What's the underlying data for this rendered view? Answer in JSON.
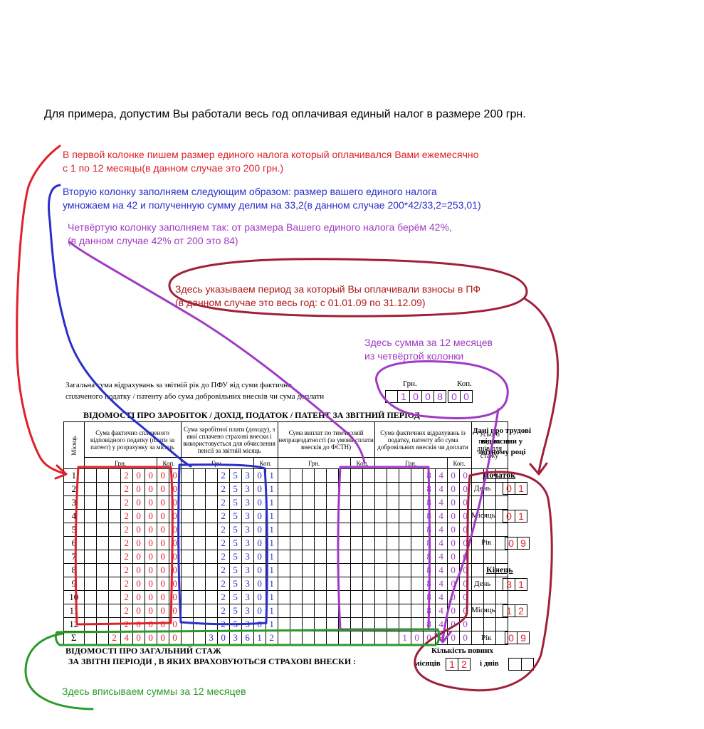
{
  "notes": {
    "intro": "Для примера, допустим Вы работали весь год оплачивая единый налог в размере 200 грн.",
    "col1_line1": "В первой колонке пишем размер единого налога который оплачивался Вами ежемесячно",
    "col1_line2": "с 1 по 12 месяцы(в данном случае это 200 грн.)",
    "col2_line1": "Вторую колонку заполняем следующим образом: размер вашего единого налога",
    "col2_line2": "умножаем на 42 и полученную сумму делим на 33,2(в данном случае 200*42/33,2=253,01)",
    "col4_line1": "Четвёртую колонку заполняем так: от размера Вашего единого налога берём 42%,",
    "col4_line2": "(в данном случае 42% от 200 это 84)",
    "period_line1": "Здесь указываем период за который Вы оплачивали взносы в ПФ",
    "period_line2": "(в данном случае это весь год:  с 01.01.09 по 31.12.09)",
    "sum12_line1": "Здесь сумма за 12 месяцев",
    "sum12_line2": "из четвёртой колонки",
    "bottom": "Здесь вписываем суммы за 12 месяцев"
  },
  "form": {
    "total_line1": "Загальна сума  відрахувань за звітній рік до ПФУ від суми фактично",
    "total_line2": "сплаченого податку / патенту або сума добровільних внесків чи сума доплати",
    "grn": "Грн.",
    "kop": "Коп.",
    "total_grn_digits": [
      "",
      "1",
      "0",
      "0",
      "8"
    ],
    "total_kop_digits": [
      "0",
      "0"
    ],
    "section_title": "ВІДОМОСТІ ПРО ЗАРОБІТОК / ДОХІД, ПОДАТОК / ПАТЕНТ ЗА ЗВІТНИЙ ПЕРІОД",
    "col_month": "Місяць",
    "col1_header": "Сума фактично сплаченого відповідного податку (плати за патент) у розрахунку за місяць",
    "col2_header": "Сума заробітної плати (доходу), з якої сплачено страхові внески і використовується для обчислення пенсії за звітній місяць",
    "col3_header": "Сума виплат по тимчасовій непрацездатності (за умови сплати внесків до ФСТН)",
    "col4_header": "Сума фактичних відрахувань із податку, патенту або сума добровільних внесків чи доплати",
    "col5_header": "Усього повних днів для стажу",
    "rows": [
      {
        "m": "1",
        "c1": [
          "",
          "2",
          "0",
          "0"
        ],
        "c1k": [
          "0",
          "0"
        ],
        "c2": [
          "",
          "2",
          "5",
          "3"
        ],
        "c2k": [
          "0",
          "1"
        ],
        "c4": [
          "",
          "",
          "8",
          "4"
        ],
        "c4k": [
          "0",
          "0"
        ]
      },
      {
        "m": "2",
        "c1": [
          "",
          "2",
          "0",
          "0"
        ],
        "c1k": [
          "0",
          "0"
        ],
        "c2": [
          "",
          "2",
          "5",
          "3"
        ],
        "c2k": [
          "0",
          "1"
        ],
        "c4": [
          "",
          "",
          "8",
          "4"
        ],
        "c4k": [
          "0",
          "0"
        ]
      },
      {
        "m": "3",
        "c1": [
          "",
          "2",
          "0",
          "0"
        ],
        "c1k": [
          "0",
          "0"
        ],
        "c2": [
          "",
          "2",
          "5",
          "3"
        ],
        "c2k": [
          "0",
          "1"
        ],
        "c4": [
          "",
          "",
          "8",
          "4"
        ],
        "c4k": [
          "0",
          "0"
        ]
      },
      {
        "m": "4",
        "c1": [
          "",
          "2",
          "0",
          "0"
        ],
        "c1k": [
          "0",
          "0"
        ],
        "c2": [
          "",
          "2",
          "5",
          "3"
        ],
        "c2k": [
          "0",
          "1"
        ],
        "c4": [
          "",
          "",
          "8",
          "4"
        ],
        "c4k": [
          "0",
          "0"
        ]
      },
      {
        "m": "5",
        "c1": [
          "",
          "2",
          "0",
          "0"
        ],
        "c1k": [
          "0",
          "0"
        ],
        "c2": [
          "",
          "2",
          "5",
          "3"
        ],
        "c2k": [
          "0",
          "1"
        ],
        "c4": [
          "",
          "",
          "8",
          "4"
        ],
        "c4k": [
          "0",
          "0"
        ]
      },
      {
        "m": "6",
        "c1": [
          "",
          "2",
          "0",
          "0"
        ],
        "c1k": [
          "0",
          "0"
        ],
        "c2": [
          "",
          "2",
          "5",
          "3"
        ],
        "c2k": [
          "0",
          "1"
        ],
        "c4": [
          "",
          "",
          "8",
          "4"
        ],
        "c4k": [
          "0",
          "0"
        ]
      },
      {
        "m": "7",
        "c1": [
          "",
          "2",
          "0",
          "0"
        ],
        "c1k": [
          "0",
          "0"
        ],
        "c2": [
          "",
          "2",
          "5",
          "3"
        ],
        "c2k": [
          "0",
          "1"
        ],
        "c4": [
          "",
          "",
          "8",
          "4"
        ],
        "c4k": [
          "0",
          "0"
        ]
      },
      {
        "m": "8",
        "c1": [
          "",
          "2",
          "0",
          "0"
        ],
        "c1k": [
          "0",
          "0"
        ],
        "c2": [
          "",
          "2",
          "5",
          "3"
        ],
        "c2k": [
          "0",
          "1"
        ],
        "c4": [
          "",
          "",
          "8",
          "4"
        ],
        "c4k": [
          "0",
          "0"
        ]
      },
      {
        "m": "9",
        "c1": [
          "",
          "2",
          "0",
          "0"
        ],
        "c1k": [
          "0",
          "0"
        ],
        "c2": [
          "",
          "2",
          "5",
          "3"
        ],
        "c2k": [
          "0",
          "1"
        ],
        "c4": [
          "",
          "",
          "8",
          "4"
        ],
        "c4k": [
          "0",
          "0"
        ]
      },
      {
        "m": "10",
        "c1": [
          "",
          "2",
          "0",
          "0"
        ],
        "c1k": [
          "0",
          "0"
        ],
        "c2": [
          "",
          "2",
          "5",
          "3"
        ],
        "c2k": [
          "0",
          "1"
        ],
        "c4": [
          "",
          "",
          "8",
          "4"
        ],
        "c4k": [
          "0",
          "0"
        ]
      },
      {
        "m": "11",
        "c1": [
          "",
          "2",
          "0",
          "0"
        ],
        "c1k": [
          "0",
          "0"
        ],
        "c2": [
          "",
          "2",
          "5",
          "3"
        ],
        "c2k": [
          "0",
          "1"
        ],
        "c4": [
          "",
          "",
          "8",
          "4"
        ],
        "c4k": [
          "0",
          "0"
        ]
      },
      {
        "m": "12",
        "c1": [
          "",
          "2",
          "0",
          "0"
        ],
        "c1k": [
          "0",
          "0"
        ],
        "c2": [
          "",
          "2",
          "5",
          "3"
        ],
        "c2k": [
          "0",
          "1"
        ],
        "c4": [
          "",
          "",
          "8",
          "4"
        ],
        "c4k": [
          "0",
          "0"
        ]
      }
    ],
    "sum_row": {
      "m": "Σ",
      "c1": [
        "2",
        "4",
        "0",
        "0"
      ],
      "c1k": [
        "0",
        "0"
      ],
      "c2": [
        "3",
        "0",
        "3",
        "6"
      ],
      "c2k": [
        "1",
        "2"
      ],
      "c4": [
        "1",
        "0",
        "0",
        "8"
      ],
      "c4k": [
        "0",
        "0"
      ]
    },
    "side_title": "Дані про трудові відносини у звітному році",
    "start": "Початок",
    "end": "Кінець",
    "day": "День",
    "month": "Місяць",
    "year": "Рік",
    "start_day": [
      "0",
      "1"
    ],
    "start_month": [
      "0",
      "1"
    ],
    "start_year": [
      "0",
      "9"
    ],
    "end_day": [
      "3",
      "1"
    ],
    "end_month": [
      "1",
      "2"
    ],
    "end_year": [
      "0",
      "9"
    ],
    "bottom_title1": "ВІДОМОСТІ    ПРО   ЗАГАЛЬНИЙ    СТАЖ",
    "bottom_title2": "ЗА   ЗВІТНІ    ПЕРІОДИ ,  В   ЯКИХ  ВРАХОВУЮТЬСЯ  СТРАХОВІ  ВНЕСКИ  :",
    "full_months_label": "Кількість повних",
    "months_word": "місяців",
    "months_digits": [
      "1",
      "2"
    ],
    "and_days": "і  днів"
  },
  "colors": {
    "red": "#e0202a",
    "blue": "#2a2fc8",
    "purple": "#a03ac4",
    "maroon": "#a0203a",
    "green": "#2a9a2a",
    "darkred": "#b01818"
  }
}
